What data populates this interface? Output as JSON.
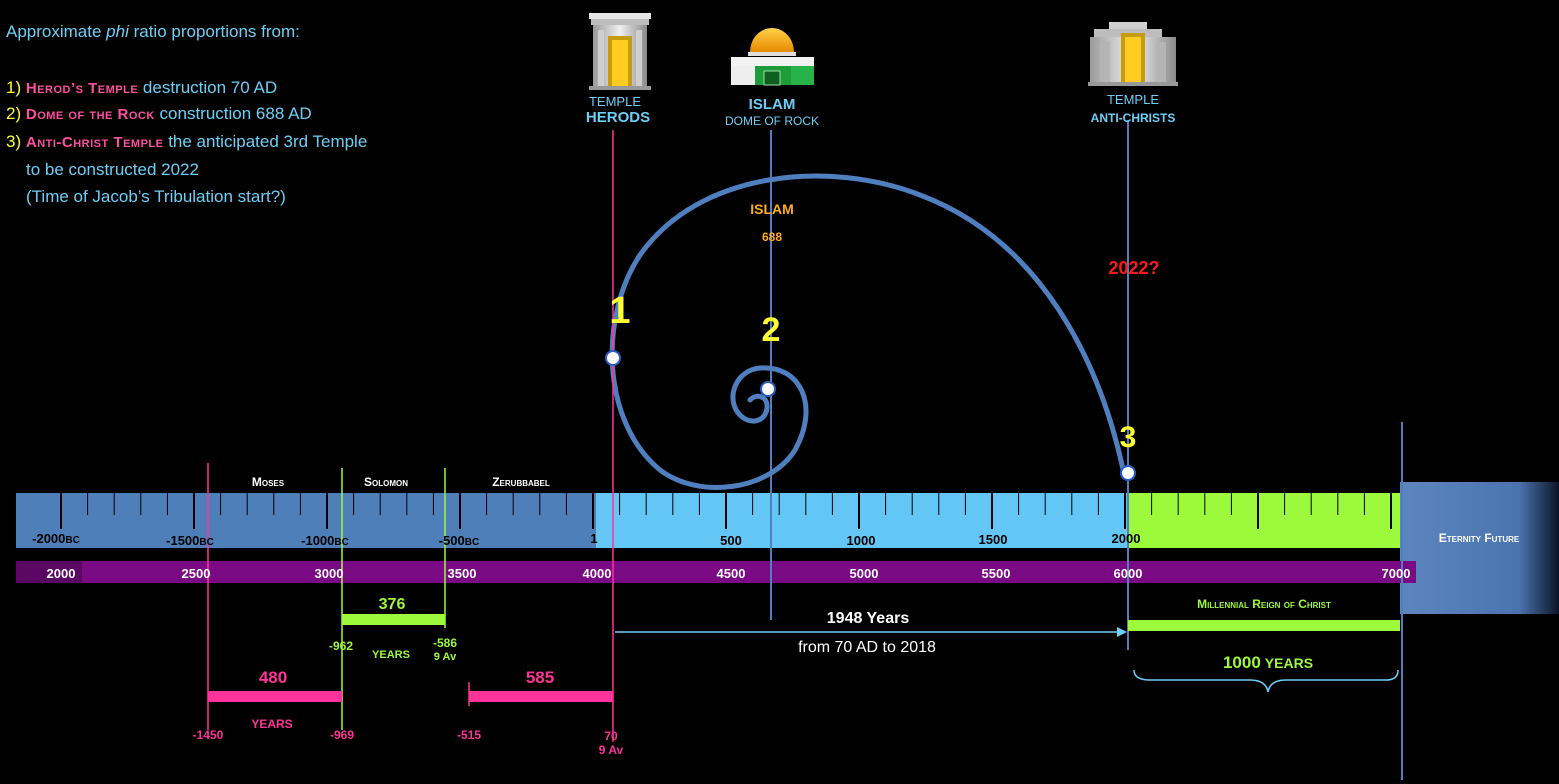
{
  "intro": {
    "line1_a": "Approximate ",
    "line1_em": "phi",
    "line1_b": " ratio proportions from:",
    "item1_num": "1)",
    "item1_bold": "Herod’s Temple",
    "item1_rest": " destruction 70 AD",
    "item2_num": "2)",
    "item2_bold": "Dome of the Rock",
    "item2_rest": " construction 688 AD",
    "item3_num": "3)",
    "item3_bold": "Anti-Christ Temple",
    "item3_rest": " the anticipated 3rd Temple",
    "item3_line2": "to be constructed 2022",
    "item3_line3": "(Time of Jacob’s Tribulation start?)"
  },
  "icons": {
    "temple_herods": {
      "line1": "TEMPLE",
      "line2": "HERODS"
    },
    "islam": {
      "line1": "ISLAM",
      "line2": "DOME OF ROCK"
    },
    "temple_antichrist": {
      "line1": "TEMPLE",
      "line2": "ANTI-CHRISTS"
    }
  },
  "spiral_labels": {
    "islam_word": "ISLAM",
    "islam_year": "688",
    "future_year": "2022?",
    "marker1": "1",
    "marker2": "2",
    "marker3": "3"
  },
  "eras": {
    "moses": "Moses",
    "solomon": "Solomon",
    "zerubbabel": "Zerubbabel"
  },
  "bc_axis": [
    "-2000",
    "-1500",
    "-1000",
    "-500"
  ],
  "bc_suffix": "BC",
  "ad_axis": [
    "1",
    "500",
    "1000",
    "1500",
    "2000"
  ],
  "creation_axis": [
    "2000",
    "2500",
    "3000",
    "3500",
    "4000",
    "4500",
    "5000",
    "5500",
    "6000",
    "7000"
  ],
  "eternity": "Eternity Future",
  "spans": {
    "solomon_span": {
      "value": "376",
      "start": "-962",
      "end_line1": "-586",
      "end_line2": "9 Av",
      "unit": "YEARS"
    },
    "moses_span": {
      "value": "480",
      "start": "-1450",
      "end": "-969",
      "unit": "YEARS"
    },
    "zerub_span": {
      "value": "585",
      "start": "-515",
      "end_line1": "70",
      "end_line2": "9 Av"
    },
    "gap": {
      "value": "1948 Years",
      "caption": "from 70 AD to 2018"
    },
    "millennium": {
      "label": "Millennial Reign of Christ",
      "value": "1000",
      "unit": "YEARS"
    }
  },
  "colors": {
    "bc_band": "#4f7fb8",
    "ad_band": "#63c6f4",
    "millennium_band": "#9cf93b",
    "creation_band": "#7a0a84",
    "pink": "#ff3399",
    "green": "#9cf93b",
    "yellow": "#ffff33",
    "orange": "#ffad1f",
    "red": "#ff1a1a",
    "spiral": "#4f7fbf"
  }
}
